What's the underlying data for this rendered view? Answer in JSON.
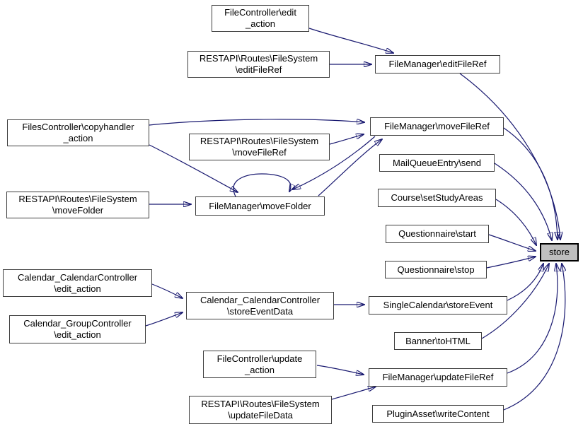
{
  "diagram": {
    "kind": "call-graph",
    "highlight_node": "store",
    "edge_color": "#191970",
    "node_fill": "#ffffff",
    "highlight_node_fill": "#bfbfbf",
    "nodes": {
      "fc_edit_action": {
        "lines": [
          "FileController\\edit",
          "_action"
        ]
      },
      "ra_edit_fileref": {
        "lines": [
          "RESTAPI\\Routes\\FileSystem",
          "\\editFileRef"
        ]
      },
      "fm_edit_fileref": {
        "lines": [
          "FileManager\\editFileRef"
        ]
      },
      "files_copyhandler": {
        "lines": [
          "FilesController\\copyhandler",
          "_action"
        ]
      },
      "ra_move_fileref": {
        "lines": [
          "RESTAPI\\Routes\\FileSystem",
          "\\moveFileRef"
        ]
      },
      "fm_move_fileref": {
        "lines": [
          "FileManager\\moveFileRef"
        ]
      },
      "ra_move_folder": {
        "lines": [
          "RESTAPI\\Routes\\FileSystem",
          "\\moveFolder"
        ]
      },
      "fm_move_folder": {
        "lines": [
          "FileManager\\moveFolder"
        ]
      },
      "mail_send": {
        "lines": [
          "MailQueueEntry\\send"
        ]
      },
      "course_set_study_areas": {
        "lines": [
          "Course\\setStudyAreas"
        ]
      },
      "questionnaire_start": {
        "lines": [
          "Questionnaire\\start"
        ]
      },
      "questionnaire_stop": {
        "lines": [
          "Questionnaire\\stop"
        ]
      },
      "store": {
        "lines": [
          "store"
        ]
      },
      "cc_edit_action": {
        "lines": [
          "Calendar_CalendarController",
          "\\edit_action"
        ]
      },
      "cg_edit_action": {
        "lines": [
          "Calendar_GroupController",
          "\\edit_action"
        ]
      },
      "cc_store_event_data": {
        "lines": [
          "Calendar_CalendarController",
          "\\storeEventData"
        ]
      },
      "sc_store_event": {
        "lines": [
          "SingleCalendar\\storeEvent"
        ]
      },
      "banner_tohtml": {
        "lines": [
          "Banner\\toHTML"
        ]
      },
      "fc_update_action": {
        "lines": [
          "FileController\\update",
          "_action"
        ]
      },
      "fm_update_fileref": {
        "lines": [
          "FileManager\\updateFileRef"
        ]
      },
      "ra_update_filedata": {
        "lines": [
          "RESTAPI\\Routes\\FileSystem",
          "\\updateFileData"
        ]
      },
      "plugin_write_content": {
        "lines": [
          "PluginAsset\\writeContent"
        ]
      }
    },
    "edges": [
      {
        "from": "fc_edit_action",
        "to": "fm_edit_fileref"
      },
      {
        "from": "ra_edit_fileref",
        "to": "fm_edit_fileref"
      },
      {
        "from": "fm_edit_fileref",
        "to": "store"
      },
      {
        "from": "files_copyhandler",
        "to": "fm_move_fileref"
      },
      {
        "from": "ra_move_fileref",
        "to": "fm_move_fileref"
      },
      {
        "from": "files_copyhandler",
        "to": "fm_move_folder"
      },
      {
        "from": "ra_move_folder",
        "to": "fm_move_folder"
      },
      {
        "from": "fm_move_folder",
        "to": "fm_move_folder"
      },
      {
        "from": "fm_move_folder",
        "to": "fm_move_fileref"
      },
      {
        "from": "fm_move_fileref",
        "to": "fm_move_folder"
      },
      {
        "from": "fm_move_fileref",
        "to": "store"
      },
      {
        "from": "mail_send",
        "to": "store"
      },
      {
        "from": "course_set_study_areas",
        "to": "store"
      },
      {
        "from": "questionnaire_start",
        "to": "store"
      },
      {
        "from": "questionnaire_stop",
        "to": "store"
      },
      {
        "from": "cc_edit_action",
        "to": "cc_store_event_data"
      },
      {
        "from": "cg_edit_action",
        "to": "cc_store_event_data"
      },
      {
        "from": "cc_store_event_data",
        "to": "sc_store_event"
      },
      {
        "from": "sc_store_event",
        "to": "store"
      },
      {
        "from": "banner_tohtml",
        "to": "store"
      },
      {
        "from": "fc_update_action",
        "to": "fm_update_fileref"
      },
      {
        "from": "ra_update_filedata",
        "to": "fm_update_fileref"
      },
      {
        "from": "fm_update_fileref",
        "to": "store"
      },
      {
        "from": "plugin_write_content",
        "to": "store"
      }
    ]
  }
}
